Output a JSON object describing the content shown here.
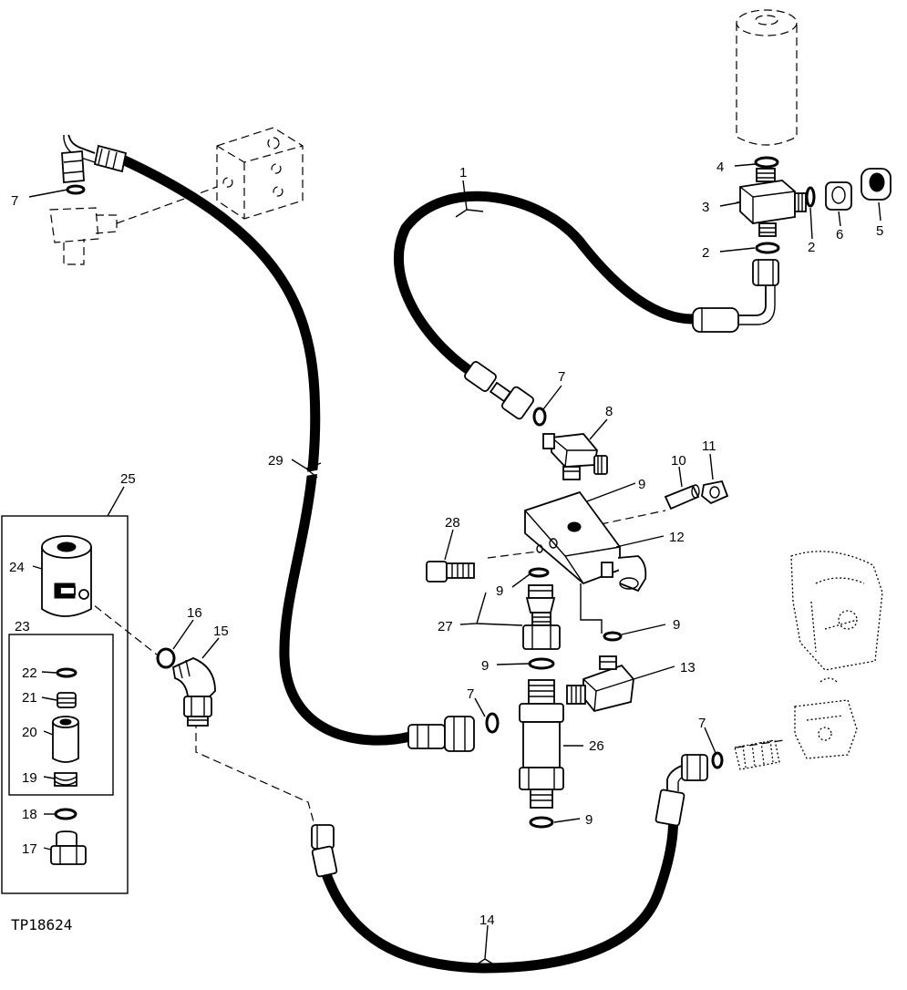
{
  "drawing_id": "TP18624",
  "callouts": [
    "1",
    "2",
    "3",
    "4",
    "5",
    "6",
    "7",
    "8",
    "9",
    "10",
    "11",
    "12",
    "13",
    "14",
    "15",
    "16",
    "17",
    "18",
    "19",
    "20",
    "21",
    "22",
    "23",
    "24",
    "25",
    "26",
    "27",
    "28",
    "29"
  ]
}
